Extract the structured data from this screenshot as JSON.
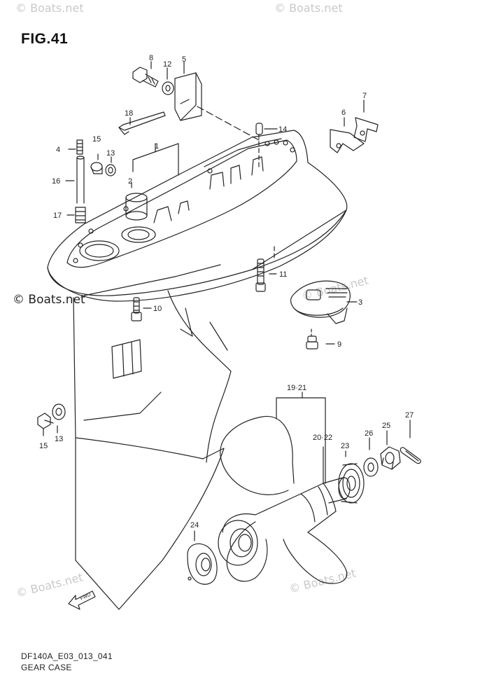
{
  "figure": {
    "title": "FIG.41",
    "code": "DF140A_E03_013_041",
    "caption": "GEAR CASE",
    "direction_marker": "FWD"
  },
  "watermark": {
    "text": "© Boats.net",
    "color": "#c9c9c9"
  },
  "parts": [
    {
      "id": "p1",
      "label": "1"
    },
    {
      "id": "p2",
      "label": "2"
    },
    {
      "id": "p3",
      "label": "3"
    },
    {
      "id": "p4",
      "label": "4"
    },
    {
      "id": "p5",
      "label": "5"
    },
    {
      "id": "p6",
      "label": "6"
    },
    {
      "id": "p7",
      "label": "7"
    },
    {
      "id": "p8",
      "label": "8"
    },
    {
      "id": "p9",
      "label": "9"
    },
    {
      "id": "p10",
      "label": "10"
    },
    {
      "id": "p11",
      "label": "11"
    },
    {
      "id": "p12",
      "label": "12"
    },
    {
      "id": "p13a",
      "label": "13"
    },
    {
      "id": "p13b",
      "label": "13"
    },
    {
      "id": "p14",
      "label": "14"
    },
    {
      "id": "p15a",
      "label": "15"
    },
    {
      "id": "p15b",
      "label": "15"
    },
    {
      "id": "p16",
      "label": "16"
    },
    {
      "id": "p17",
      "label": "17"
    },
    {
      "id": "p18",
      "label": "18"
    },
    {
      "id": "p19",
      "label": "19·21"
    },
    {
      "id": "p20",
      "label": "20·22"
    },
    {
      "id": "p23",
      "label": "23"
    },
    {
      "id": "p24",
      "label": "24"
    },
    {
      "id": "p25",
      "label": "25"
    },
    {
      "id": "p26",
      "label": "26"
    },
    {
      "id": "p27",
      "label": "27"
    }
  ]
}
